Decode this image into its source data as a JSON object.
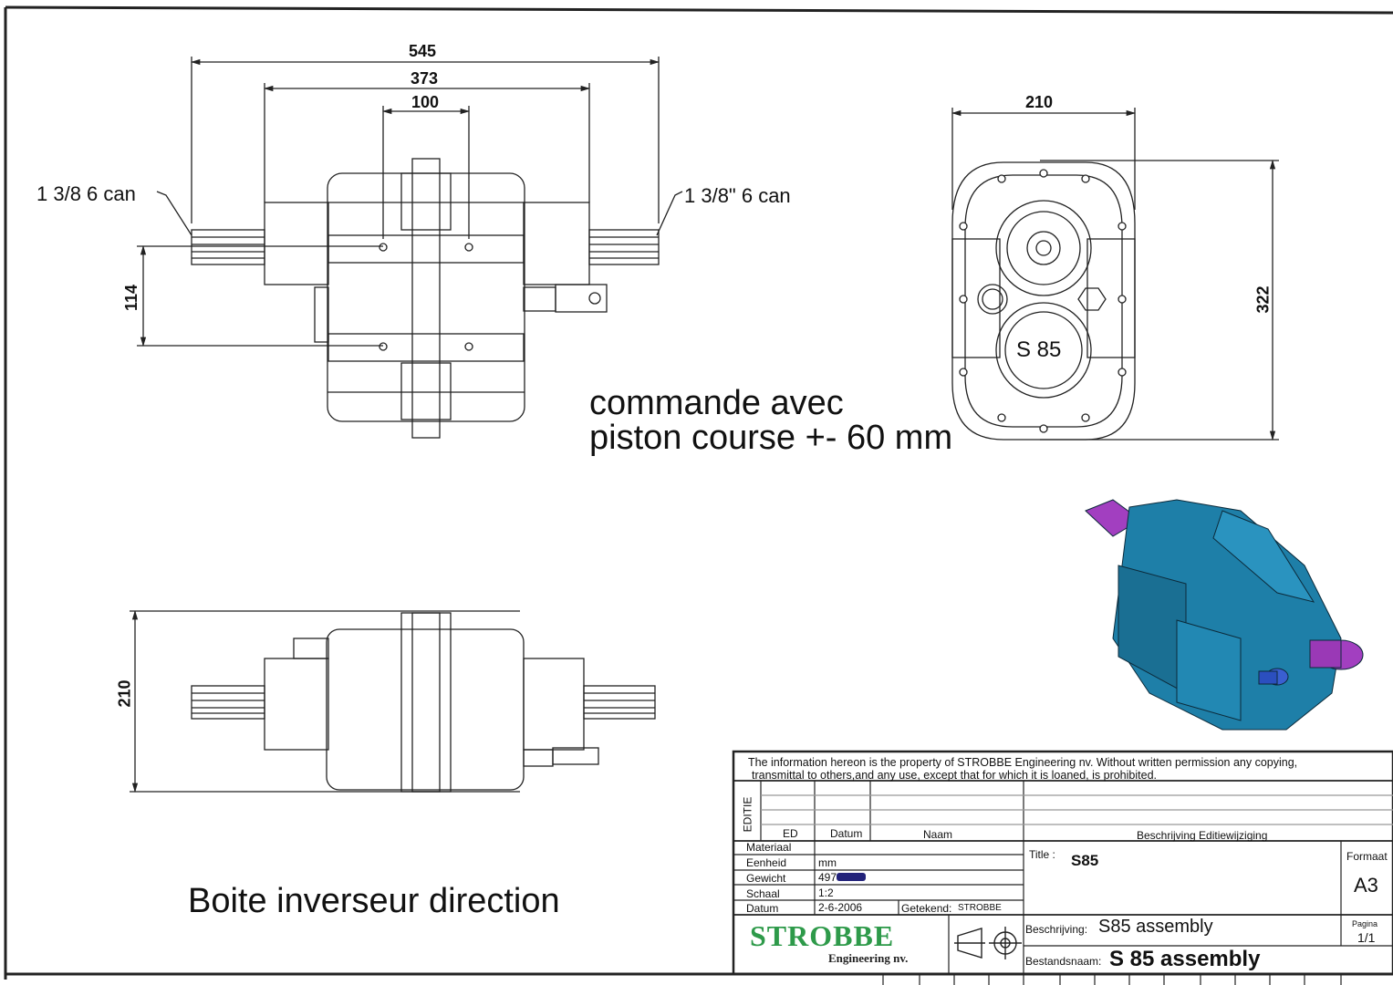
{
  "front_view": {
    "dim_overall": "545",
    "dim_housing": "373",
    "dim_center": "100",
    "dim_height": "114",
    "left_shaft_label": "1 3/8  6 can",
    "right_shaft_label": "1 3/8\"  6 can"
  },
  "end_view": {
    "dim_width": "210",
    "dim_height": "322",
    "housing_marking": "S 85"
  },
  "note": {
    "line1": "commande avec",
    "line2": "piston course +- 60 mm"
  },
  "top_view": {
    "dim_height": "210"
  },
  "caption": "Boite inverseur direction",
  "colors": {
    "housing_3d": "#1e7fa8",
    "shaft_3d": "#a23fc0",
    "logo_green": "#2e9a4a",
    "line": "#222222"
  },
  "title_block": {
    "notice_line1": "The information hereon is the property of STROBBE Engineering nv. Without written permission any copying,",
    "notice_line2": "transmittal to others,and any use, except that for which it is loaned, is prohibited.",
    "editie_label": "EDITIE",
    "rev_headers": {
      "ed": "ED",
      "datum": "Datum",
      "naam": "Naam",
      "beschrijving": "Beschrijving Editiewijziging"
    },
    "rows": [
      {
        "label": "Materiaal",
        "value": ""
      },
      {
        "label": "Eenheid",
        "value": "mm"
      },
      {
        "label": "Gewicht",
        "value": "497"
      },
      {
        "label": "Schaal",
        "value": "1:2"
      },
      {
        "label": "Datum",
        "value": "2-6-2006"
      }
    ],
    "getekend_label": "Getekend:",
    "getekend_value": "STROBBE",
    "title_label": "Title :",
    "title_value": "S85",
    "formaat_label": "Formaat",
    "formaat_value": "A3",
    "beschrijving_label": "Beschrijving:",
    "beschrijving_value": "S85 assembly",
    "pagina_label": "Pagina",
    "pagina_value": "1/1",
    "bestandsnaam_label": "Bestandsnaam:",
    "bestandsnaam_value": "S 85 assembly",
    "logo_name": "STROBBE",
    "logo_sub": "Engineering nv.",
    "projection_icon": "third-angle-projection-icon"
  }
}
